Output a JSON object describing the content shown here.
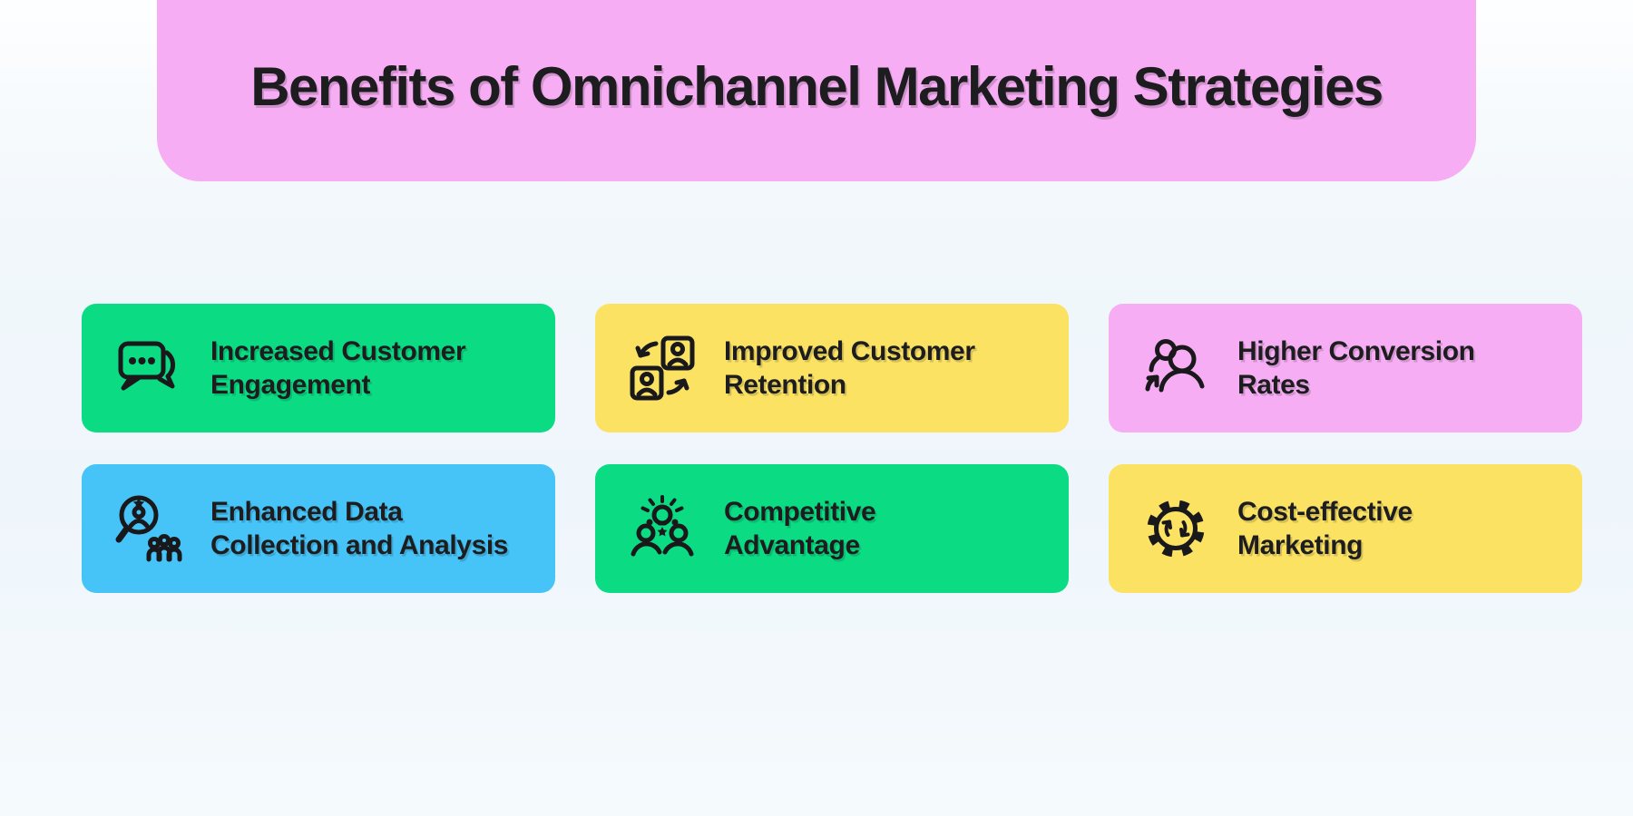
{
  "title": "Benefits of Omnichannel Marketing Strategies",
  "colors": {
    "title_bg": "#F6ADF3",
    "green": "#0BDC84",
    "yellow": "#FBE263",
    "blue": "#46C3F7",
    "pink": "#F6ADF3",
    "text": "#1D1D20",
    "icon": "#19191B",
    "background_top": "#FDFEFF",
    "background_bottom": "#F0F6FB"
  },
  "cards": [
    {
      "id": "increased-customer-engagement",
      "lines": [
        "Increased Customer",
        "Engagement"
      ],
      "color": "green",
      "icon": "chat-bubbles-icon"
    },
    {
      "id": "improved-customer-retention",
      "lines": [
        "Improved Customer",
        "Retention"
      ],
      "color": "yellow",
      "icon": "customer-swap-icon"
    },
    {
      "id": "higher-conversion-rates",
      "lines": [
        "Higher Conversion",
        "Rates"
      ],
      "color": "pink",
      "icon": "users-growth-icon"
    },
    {
      "id": "enhanced-data-collection",
      "lines": [
        "Enhanced Data",
        "Collection and Analysis"
      ],
      "color": "blue",
      "icon": "magnifier-audience-icon"
    },
    {
      "id": "competitive-advantage",
      "lines": [
        "Competitive",
        "Advantage"
      ],
      "color": "green",
      "icon": "idea-team-icon"
    },
    {
      "id": "cost-effective-marketing",
      "lines": [
        "Cost-effective",
        "Marketing"
      ],
      "color": "yellow",
      "icon": "gear-refresh-icon"
    }
  ]
}
